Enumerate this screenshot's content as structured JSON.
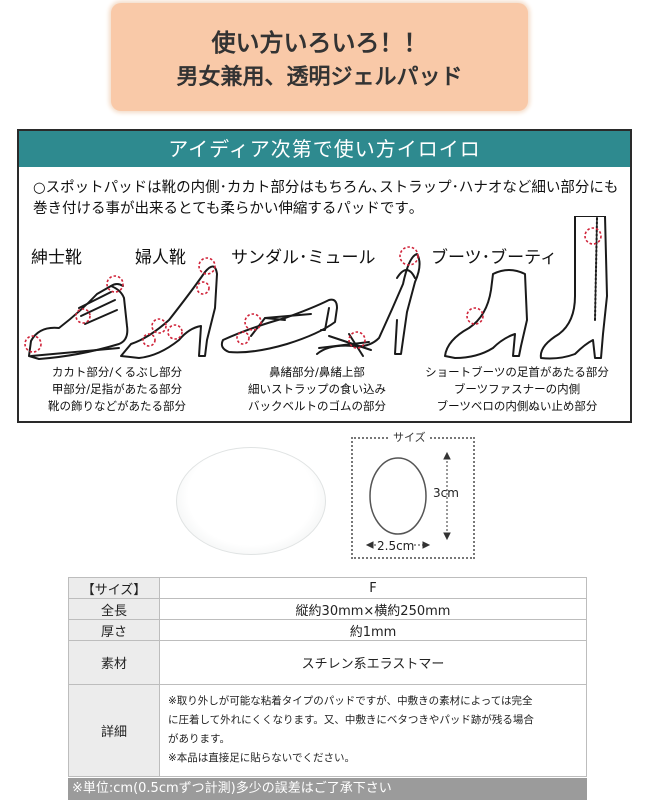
{
  "banner": {
    "line1": "使い方いろいろ！！",
    "line2": "男女兼用、透明ジェルパッド"
  },
  "ideas": {
    "header": "アイディア次第で使い方イロイロ",
    "lead": "○スポットパッドは靴の内側･カカト部分はもちろん､ストラップ･ハナオなど細い部分にも巻き付ける事が出来るとても柔らかい伸縮するパッドです｡",
    "categories": [
      "紳士靴",
      "婦人靴",
      "サンダル･ミュール",
      "ブーツ･ブーティ"
    ],
    "captions": {
      "left": [
        "カカト部分/くるぶし部分",
        "甲部分/足指があたる部分",
        "靴の飾りなどがあたる部分"
      ],
      "middle": [
        "鼻緒部分/鼻緒上部",
        "細いストラップの食い込み",
        "バックベルトのゴムの部分"
      ],
      "right": [
        "ショートブーツの足首があたる部分",
        "ブーツファスナーの内側",
        "ブーツベロの内側ぬい止め部分"
      ]
    }
  },
  "size_diagram": {
    "label": "サイズ",
    "height": "3cm",
    "width": "2.5cm"
  },
  "spec_table": {
    "rows": [
      {
        "key": "【サイズ】",
        "value": "F"
      },
      {
        "key": "全長",
        "value": "縦約30mm×横約250mm"
      },
      {
        "key": "厚さ",
        "value": "約1mm"
      },
      {
        "key": "素材",
        "value": "スチレン系エラストマー"
      }
    ],
    "detail_key": "詳細",
    "detail_lines": [
      "※取り外しが可能な粘着タイプのパッドですが、中敷きの素材によっては完全",
      "に圧着して外れにくくなります。又、中敷きにベタつきやパッド跡が残る場合",
      "があります。",
      "※本品は直接足に貼らないでください。"
    ]
  },
  "footer_note": "※単位:cm(0.5cmずつ計測)多少の誤差はご了承下さい",
  "colors": {
    "banner_bg": "#f9c9a8",
    "header_teal": "#2e8a8f",
    "marker_red": "#d0243a"
  }
}
